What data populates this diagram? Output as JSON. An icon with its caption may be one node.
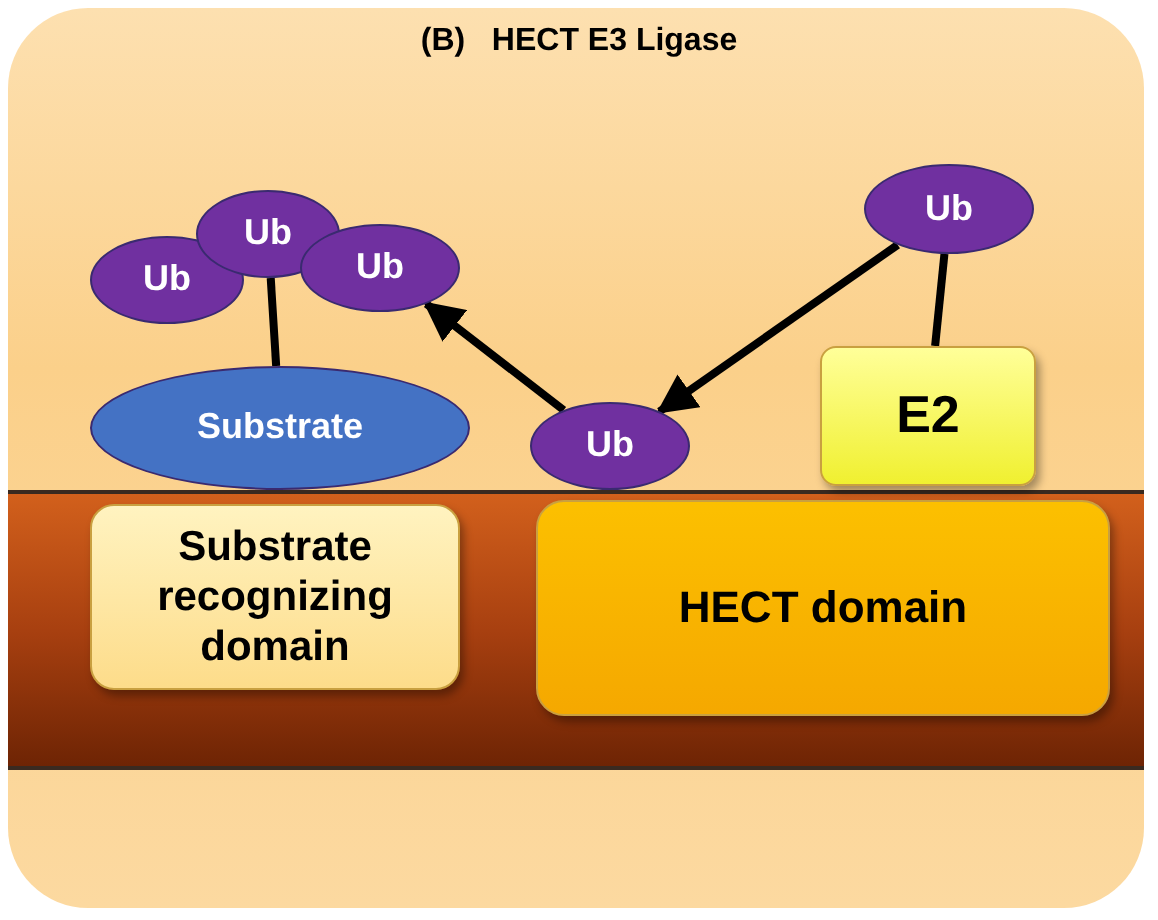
{
  "diagram": {
    "title": "(B)   HECT E3 Ligase",
    "nodes": [
      {
        "text": [
          "Substrate recognizing domain"
        ]
      },
      {
        "text": [
          "HECT domain"
        ]
      },
      {
        "text": [
          "Substrate"
        ]
      },
      {
        "text": [
          "Ub"
        ]
      },
      {
        "text": [
          "Ub"
        ]
      },
      {
        "text": [
          "Ub"
        ]
      },
      {
        "text": [
          "Ub"
        ]
      },
      {
        "text": [
          "Ub"
        ]
      },
      {
        "text": [
          "E2"
        ]
      }
    ],
    "edges": [
      {
        "from": 4,
        "to": 2,
        "arrow": "none"
      },
      {
        "from": 7,
        "to": 8,
        "arrow": "none"
      },
      {
        "from": 7,
        "to": 6,
        "arrow": "to"
      },
      {
        "from": 6,
        "to": 5,
        "arrow": "to"
      }
    ]
  }
}
